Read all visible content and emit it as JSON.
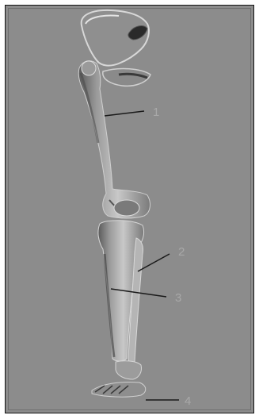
{
  "labels": {
    "l1": "1",
    "l2": "2",
    "l3": "3",
    "l4": "4"
  },
  "colors": {
    "background": "#8c8c8c",
    "bone_light": "#e6e6e6",
    "bone_shadow": "#4a4a4a",
    "leader_line": "#1a1a1a",
    "label_text": "#a9a9a9"
  }
}
